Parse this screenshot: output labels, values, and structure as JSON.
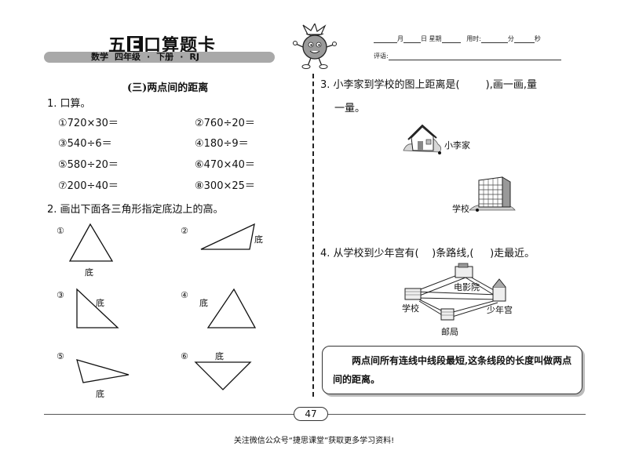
{
  "header": {
    "brand_pre": "五",
    "brand_e": "E",
    "brand_post": "口算题卡",
    "subject": "数学",
    "grade": "四年级",
    "sep1": "·",
    "book": "下册",
    "sep2": "·",
    "edition": "RJ",
    "date_month": "月",
    "date_day": "日",
    "date_weekday": "星期",
    "time_used": "用时:",
    "minute": "分",
    "second": "秒",
    "comment": "评语:"
  },
  "section_title": "(三)两点间的距离",
  "q1": {
    "title": "1. 口算。",
    "items": [
      "①720×30＝",
      "②760÷20＝",
      "③540÷6＝",
      "④180÷9＝",
      "⑤580÷20＝",
      "⑥470×40＝",
      "⑦200÷40＝",
      "⑧300×25＝"
    ]
  },
  "q2": {
    "title": "2. 画出下面各三角形指定底边上的高。",
    "nums": [
      "①",
      "②",
      "③",
      "④",
      "⑤",
      "⑥"
    ],
    "base_label": "底"
  },
  "q3": {
    "line1": "3. 小李家到学校的图上距离是(        ),画一画,量",
    "line2": "一量。",
    "home_label": "小李家",
    "school_label": "学校"
  },
  "q4": {
    "line": "4. 从学校到少年宫有(    )条路线,(     )走最近。",
    "cinema": "电影院",
    "school": "学校",
    "youth_palace": "少年宫",
    "post_office": "邮局"
  },
  "note": "两点间所有连线中线段最短,这条线段的长度叫做两点间的距离。",
  "page_number": "47",
  "footer": "关注微信公众号“捷思课堂”获取更多学习资料!"
}
